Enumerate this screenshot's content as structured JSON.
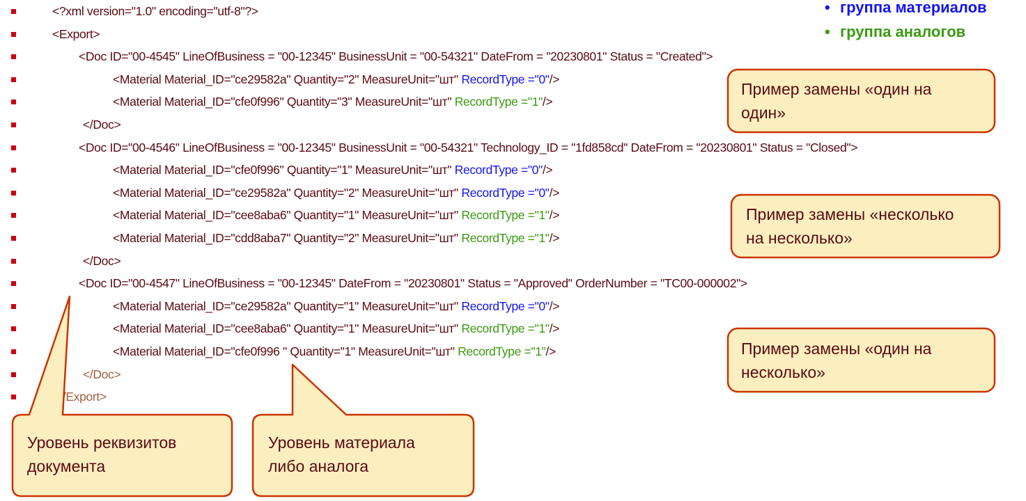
{
  "legend": [
    {
      "text": "группа материалов",
      "color": "#1414f0"
    },
    {
      "text": "группа аналогов",
      "color": "#3a9a12"
    }
  ],
  "colors": {
    "text": "#5a0a12",
    "bullet": "#cc0010",
    "blue": "#1414f0",
    "green": "#3a9a12",
    "callout_fill": "#fbefc0",
    "callout_border": "#cc3300"
  },
  "lines": [
    {
      "indent": 1,
      "segments": [
        {
          "t": "<?xml version=\"1.0\" encoding=\"utf-8\"?>"
        }
      ]
    },
    {
      "indent": 1,
      "segments": [
        {
          "t": "<Export>"
        }
      ]
    },
    {
      "indent": 2,
      "segments": [
        {
          "t": "<Doc ID=\"00-4545\" LineOfBusiness = \"00-12345\" BusinessUnit  = \"00-54321\" DateFrom = \"20230801\" Status = \"Created\">"
        }
      ]
    },
    {
      "indent": 3,
      "segments": [
        {
          "t": "<Material Material_ID=\"ce29582a\" Quantity=\"2\" MeasureUnit=\"шт\" "
        },
        {
          "t": "RecordType =\"0\"",
          "c": "blue"
        },
        {
          "t": "/>"
        }
      ]
    },
    {
      "indent": 3,
      "segments": [
        {
          "t": "<Material Material_ID=\"cfe0f996\" Quantity=\"3\" MeasureUnit=\"шт\" "
        },
        {
          "t": "RecordType =\"1\"",
          "c": "green"
        },
        {
          "t": "/>"
        }
      ]
    },
    {
      "indent": 4,
      "segments": [
        {
          "t": "</Doc>"
        }
      ]
    },
    {
      "indent": 2,
      "segments": [
        {
          "t": "<Doc ID=\"00-4546\" LineOfBusiness = \"00-12345\" BusinessUnit  = \"00-54321\" Technology_ID  = \"1fd858cd\" DateFrom = \"20230801\" Status = \"Closed\">"
        }
      ]
    },
    {
      "indent": 3,
      "segments": [
        {
          "t": "<Material Material_ID=\"cfe0f996\" Quantity=\"1\" MeasureUnit=\"шт\" "
        },
        {
          "t": "RecordType =\"0\"",
          "c": "blue"
        },
        {
          "t": "/>"
        }
      ]
    },
    {
      "indent": 3,
      "segments": [
        {
          "t": "<Material Material_ID=\"ce29582a\" Quantity=\"2\" MeasureUnit=\"шт\" "
        },
        {
          "t": "RecordType =\"0\"",
          "c": "blue"
        },
        {
          "t": "/>"
        }
      ]
    },
    {
      "indent": 3,
      "segments": [
        {
          "t": "<Material Material_ID=\"cee8aba6\" Quantity=\"1\" MeasureUnit=\"шт\" "
        },
        {
          "t": "RecordType =\"1\"",
          "c": "green"
        },
        {
          "t": "/>"
        }
      ]
    },
    {
      "indent": 3,
      "segments": [
        {
          "t": "<Material Material_ID=\"cdd8aba7\" Quantity=\"2\" MeasureUnit=\"шт\" "
        },
        {
          "t": "RecordType =\"1\"",
          "c": "green"
        },
        {
          "t": "/>"
        }
      ]
    },
    {
      "indent": 4,
      "segments": [
        {
          "t": "</Doc>"
        }
      ]
    },
    {
      "indent": 2,
      "segments": [
        {
          "t": "<Doc ID=\"00-4547\" LineOfBusiness = \"00-12345\" DateFrom = \"20230801\" Status = \"Approved\" OrderNumber = \"TC00-000002\">"
        }
      ]
    },
    {
      "indent": 3,
      "segments": [
        {
          "t": "<Material Material_ID=\"ce29582a\" Quantity=\"1\" MeasureUnit=\"шт\" "
        },
        {
          "t": "RecordType =\"0\"",
          "c": "blue"
        },
        {
          "t": "/>"
        }
      ]
    },
    {
      "indent": 3,
      "segments": [
        {
          "t": "<Material Material_ID=\"cee8aba6\" Quantity=\"1\" MeasureUnit=\"шт\" "
        },
        {
          "t": "RecordType =\"1\"",
          "c": "green"
        },
        {
          "t": "/>"
        }
      ]
    },
    {
      "indent": 3,
      "segments": [
        {
          "t": "<Material Material_ID=\"cfe0f996 \" Quantity=\"1\" MeasureUnit=\"шт\" "
        },
        {
          "t": "RecordType =\"1\"",
          "c": "green"
        },
        {
          "t": "/>"
        }
      ]
    },
    {
      "indent": 4,
      "segments": [
        {
          "t": "</Doc>",
          "c": "dim"
        }
      ]
    },
    {
      "indent": 5,
      "segments": [
        {
          "t": "</Export>",
          "c": "dim"
        }
      ]
    }
  ],
  "callouts": [
    {
      "id": "one-to-one",
      "lines": [
        "Пример замены «один на",
        "один»"
      ]
    },
    {
      "id": "many-to-many",
      "lines": [
        "Пример замены «несколько",
        "на несколько»"
      ]
    },
    {
      "id": "one-to-many",
      "lines": [
        "Пример замены «один на",
        "несколько»"
      ]
    },
    {
      "id": "doc-level",
      "lines": [
        "Уровень реквизитов",
        "документа"
      ]
    },
    {
      "id": "material-level",
      "lines": [
        "Уровень материала",
        "либо аналога"
      ]
    }
  ]
}
